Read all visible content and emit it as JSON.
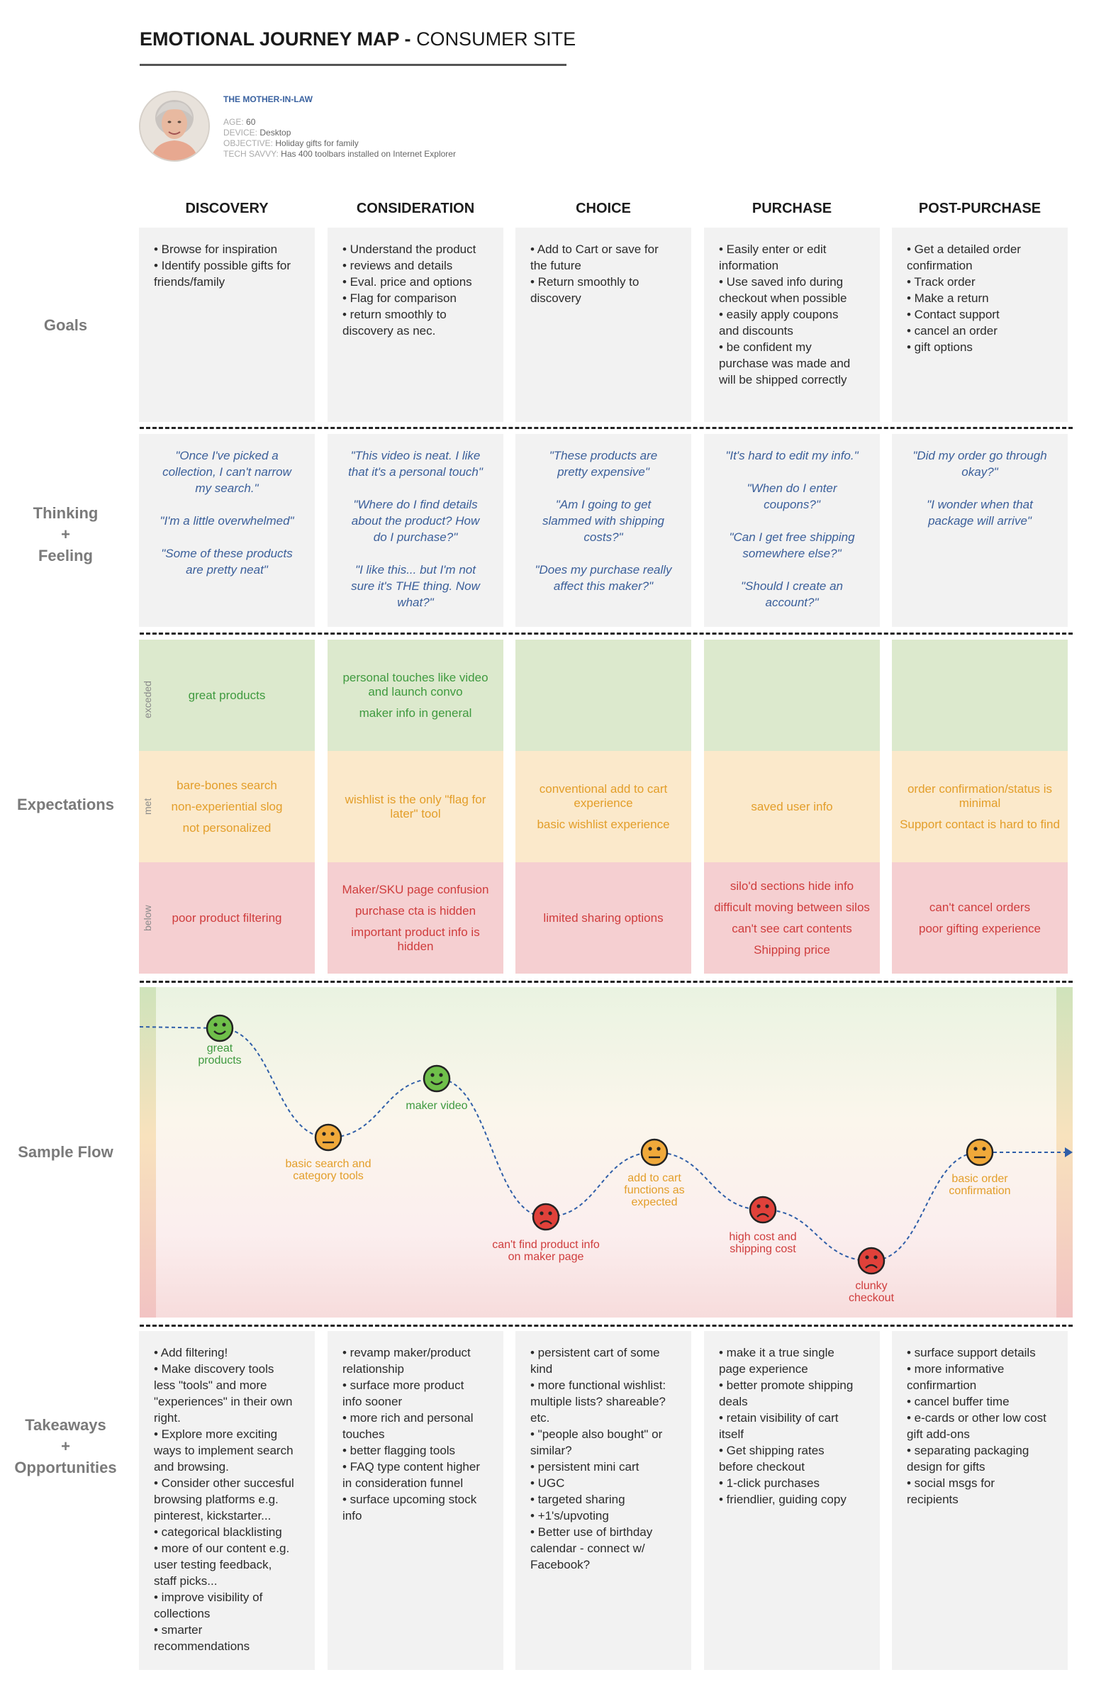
{
  "header": {
    "title_bold": "EMOTIONAL JOURNEY MAP - ",
    "title_rest": "CONSUMER SITE"
  },
  "persona": {
    "name": "THE MOTHER-IN-LAW",
    "age_label": "AGE:",
    "age": "60",
    "device_label": "DEVICE:",
    "device": "Desktop",
    "objective_label": "OBJECTIVE:",
    "objective": "Holiday gifts for family",
    "tech_label": "TECH SAVVY:",
    "tech": "Has 400 toolbars installed on Internet Explorer",
    "avatar_icon": "persona-photo-icon"
  },
  "columns": [
    "DISCOVERY",
    "CONSIDERATION",
    "CHOICE",
    "PURCHASE",
    "POST-PURCHASE"
  ],
  "rows": {
    "goals": "Goals",
    "thinking_1": "Thinking",
    "thinking_plus": "+",
    "thinking_2": "Feeling",
    "expectations": "Expectations",
    "flow": "Sample Flow",
    "takeaways_1": "Takeaways",
    "takeaways_plus": "+",
    "takeaways_2": "Opportunities"
  },
  "goals": [
    [
      "• Browse for inspiration",
      "• Identify possible gifts for",
      "friends/family"
    ],
    [
      "• Understand the product",
      "• reviews and details",
      "• Eval. price and options",
      "• Flag for comparison",
      "• return smoothly to",
      "discovery as nec."
    ],
    [
      "• Add to Cart or save for",
      "the future",
      "• Return smoothly to",
      "discovery"
    ],
    [
      "• Easily enter or edit",
      "information",
      "• Use saved info during",
      "checkout when possible",
      "• easily apply coupons",
      "and discounts",
      "• be confident my",
      "purchase was made and",
      "will be shipped correctly"
    ],
    [
      "• Get a detailed order",
      "confirmation",
      "• Track order",
      "• Make a return",
      "• Contact support",
      "• cancel an order",
      "• gift options"
    ]
  ],
  "thinking": [
    [
      [
        "\"Once I've picked a",
        "collection, I can't narrow",
        "my search.\""
      ],
      [
        "\"I'm a little overwhelmed\""
      ],
      [
        "\"Some of these products",
        "are pretty neat\""
      ]
    ],
    [
      [
        "\"This video is neat. I like",
        "that it's a personal touch\""
      ],
      [
        "\"Where do I find details",
        "about the product? How",
        "do I purchase?\""
      ],
      [
        "\"I like this... but I'm not",
        "sure it's THE thing. Now",
        "what?\""
      ]
    ],
    [
      [
        "\"These products are",
        "pretty expensive\""
      ],
      [
        "\"Am I going to get",
        "slammed with shipping",
        "costs?\""
      ],
      [
        "\"Does my purchase really",
        "affect this maker?\""
      ]
    ],
    [
      [
        "\"It's hard to edit my info.\""
      ],
      [
        "\"When do I enter",
        "coupons?\""
      ],
      [
        "\"Can I get free shipping",
        "somewhere else?\""
      ],
      [
        "\"Should I create an",
        "account?\""
      ]
    ],
    [
      [
        "\"Did my order go through",
        "okay?\""
      ],
      [
        "\"I wonder when that",
        "package will arrive\""
      ]
    ]
  ],
  "expectation_levels": {
    "exceeded": "exceded",
    "met": "met",
    "below": "below"
  },
  "exceeded": [
    [
      [
        "great products"
      ]
    ],
    [
      [
        "personal touches like video",
        "and launch convo"
      ],
      [
        "maker info in general"
      ]
    ],
    [],
    [],
    []
  ],
  "met": [
    [
      [
        "bare-bones search"
      ],
      [
        "non-experiential slog"
      ],
      [
        "not personalized"
      ]
    ],
    [
      [
        "wishlist is the only \"flag for",
        "later\" tool"
      ]
    ],
    [
      [
        "conventional  add to cart",
        "experience"
      ],
      [
        "basic wishlist experience"
      ]
    ],
    [
      [
        "saved user info"
      ]
    ],
    [
      [
        "order confirmation/status is",
        "minimal"
      ],
      [
        "Support contact is hard to find"
      ]
    ]
  ],
  "below": [
    [
      [
        "poor product filtering"
      ]
    ],
    [
      [
        "Maker/SKU page confusion"
      ],
      [
        "purchase cta is hidden"
      ],
      [
        "important product info is",
        "hidden"
      ]
    ],
    [
      [
        "limited sharing options"
      ]
    ],
    [
      [
        "silo'd sections hide info"
      ],
      [
        "difficult moving between silos"
      ],
      [
        "can't see cart contents"
      ],
      [
        "Shipping price"
      ]
    ],
    [
      [
        "can't cancel orders"
      ],
      [
        "poor gifting experience"
      ]
    ]
  ],
  "flow_points": [
    {
      "label": [
        "great",
        "products"
      ],
      "mood": "happy",
      "icon": "happy-face-icon"
    },
    {
      "label": [
        "basic search and",
        "category tools"
      ],
      "mood": "neutral",
      "icon": "neutral-face-icon"
    },
    {
      "label": [
        "maker video"
      ],
      "mood": "happy",
      "icon": "happy-face-icon"
    },
    {
      "label": [
        "can't find product info",
        "on maker page"
      ],
      "mood": "sad",
      "icon": "sad-face-icon"
    },
    {
      "label": [
        "add to cart",
        "functions as",
        "expected"
      ],
      "mood": "neutral",
      "icon": "neutral-face-icon"
    },
    {
      "label": [
        "high cost and",
        "shipping cost"
      ],
      "mood": "sad",
      "icon": "sad-face-icon"
    },
    {
      "label": [
        "clunky",
        "checkout"
      ],
      "mood": "sad",
      "icon": "sad-face-icon"
    },
    {
      "label": [
        "basic order",
        "confirmation"
      ],
      "mood": "neutral",
      "icon": "neutral-face-icon"
    }
  ],
  "colors": {
    "happy": "#6fbf4a",
    "neutral": "#f0a93a",
    "sad": "#e0413a",
    "happy_text": "#3f9a3f",
    "neutral_text": "#e39e2a",
    "sad_text": "#cf3d3d",
    "quote": "#3b5f9a",
    "flow_line": "#2f5ea8"
  },
  "takeaways": [
    [
      "• Add filtering!",
      "• Make discovery tools",
      "less \"tools\" and more",
      "\"experiences\" in their own",
      "right.",
      "• Explore more exciting",
      "ways to implement search",
      "and browsing.",
      "• Consider other succesful",
      "browsing platforms e.g.",
      "pinterest, kickstarter...",
      "• categorical blacklisting",
      "• more of our content e.g.",
      "user testing feedback,",
      "staff picks...",
      "• improve visibility of",
      "collections",
      "• smarter",
      "recommendations"
    ],
    [
      "• revamp maker/product",
      "relationship",
      "• surface more product",
      "info sooner",
      "• more rich and personal",
      "touches",
      "• better flagging tools",
      "• FAQ type content higher",
      "in consideration funnel",
      "• surface upcoming stock",
      "info"
    ],
    [
      "• persistent cart of some",
      "kind",
      "• more functional wishlist:",
      "multiple lists? shareable?",
      "etc.",
      "• \"people also bought\" or",
      "similar?",
      "• persistent mini cart",
      "• UGC",
      "• targeted sharing",
      "• +1's/upvoting",
      "• Better use of birthday",
      "calendar - connect w/",
      "Facebook?"
    ],
    [
      "• make it a true single",
      "page experience",
      "• better promote shipping",
      "deals",
      "• retain visibility of cart",
      "itself",
      "• Get shipping rates",
      "before checkout",
      "• 1-click purchases",
      "• friendlier, guiding copy"
    ],
    [
      "• surface support details",
      "• more informative",
      "confirmartion",
      "• cancel buffer time",
      "• e-cards or other low cost",
      "gift add-ons",
      "• separating packaging",
      "design for gifts",
      "• social msgs for",
      "recipients"
    ]
  ]
}
